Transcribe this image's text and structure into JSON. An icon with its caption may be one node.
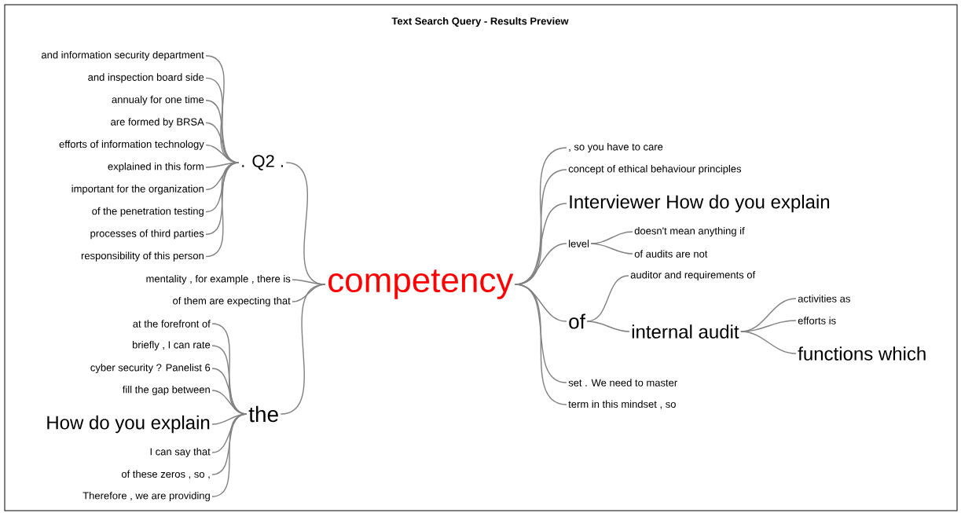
{
  "diagram": {
    "title": "Text Search Query - Results Preview",
    "nodes": [
      {
        "text": [
          "and information security department"
        ]
      },
      {
        "text": [
          "and inspection board side"
        ]
      },
      {
        "text": [
          "annualy for one time"
        ]
      },
      {
        "text": [
          "are formed by BRSA"
        ]
      },
      {
        "text": [
          "efforts of information technology"
        ]
      },
      {
        "text": [
          "explained in this form"
        ]
      },
      {
        "text": [
          "important for the organization"
        ]
      },
      {
        "text": [
          "of the penetration testing"
        ]
      },
      {
        "text": [
          "processes of third parties"
        ]
      },
      {
        "text": [
          "responsibility of this person"
        ]
      },
      {
        "text": [
          ". Q2 ."
        ]
      },
      {
        "text": [
          "mentality , for example , there is"
        ]
      },
      {
        "text": [
          "of them are expecting that"
        ]
      },
      {
        "text": [
          "at the forefront of"
        ]
      },
      {
        "text": [
          "briefly , I can rate"
        ]
      },
      {
        "text": [
          "cyber security ? Panelist 6"
        ]
      },
      {
        "text": [
          "fill the gap between"
        ]
      },
      {
        "text": [
          "How do you explain"
        ]
      },
      {
        "text": [
          "I can say that"
        ]
      },
      {
        "text": [
          "of these zeros , so ,"
        ]
      },
      {
        "text": [
          "Therefore , we are providing"
        ]
      },
      {
        "text": [
          "the"
        ]
      },
      {
        "text": [
          "competency"
        ]
      },
      {
        "text": [
          ", so you have to care"
        ]
      },
      {
        "text": [
          "concept of ethical behaviour principles"
        ]
      },
      {
        "text": [
          "Interviewer How do you explain"
        ]
      },
      {
        "text": [
          "level"
        ]
      },
      {
        "text": [
          "doesn't mean anything if"
        ]
      },
      {
        "text": [
          "of audits are not"
        ]
      },
      {
        "text": [
          "of"
        ]
      },
      {
        "text": [
          "auditor and requirements of"
        ]
      },
      {
        "text": [
          "internal audit"
        ]
      },
      {
        "text": [
          "activities as"
        ]
      },
      {
        "text": [
          "efforts is"
        ]
      },
      {
        "text": [
          "functions which"
        ]
      },
      {
        "text": [
          "set . We need to master"
        ]
      },
      {
        "text": [
          "term in this mindset , so"
        ]
      }
    ],
    "edges": [
      {
        "from": 0,
        "to": 10,
        "arrow": "none"
      },
      {
        "from": 1,
        "to": 10,
        "arrow": "none"
      },
      {
        "from": 2,
        "to": 10,
        "arrow": "none"
      },
      {
        "from": 3,
        "to": 10,
        "arrow": "none"
      },
      {
        "from": 4,
        "to": 10,
        "arrow": "none"
      },
      {
        "from": 5,
        "to": 10,
        "arrow": "none"
      },
      {
        "from": 6,
        "to": 10,
        "arrow": "none"
      },
      {
        "from": 7,
        "to": 10,
        "arrow": "none"
      },
      {
        "from": 8,
        "to": 10,
        "arrow": "none"
      },
      {
        "from": 9,
        "to": 10,
        "arrow": "none"
      },
      {
        "from": 10,
        "to": 22,
        "arrow": "none"
      },
      {
        "from": 11,
        "to": 22,
        "arrow": "none"
      },
      {
        "from": 12,
        "to": 22,
        "arrow": "none"
      },
      {
        "from": 13,
        "to": 21,
        "arrow": "none"
      },
      {
        "from": 14,
        "to": 21,
        "arrow": "none"
      },
      {
        "from": 15,
        "to": 21,
        "arrow": "none"
      },
      {
        "from": 16,
        "to": 21,
        "arrow": "none"
      },
      {
        "from": 17,
        "to": 21,
        "arrow": "none"
      },
      {
        "from": 18,
        "to": 21,
        "arrow": "none"
      },
      {
        "from": 19,
        "to": 21,
        "arrow": "none"
      },
      {
        "from": 20,
        "to": 21,
        "arrow": "none"
      },
      {
        "from": 21,
        "to": 22,
        "arrow": "none"
      },
      {
        "from": 22,
        "to": 23,
        "arrow": "none"
      },
      {
        "from": 22,
        "to": 24,
        "arrow": "none"
      },
      {
        "from": 22,
        "to": 25,
        "arrow": "none"
      },
      {
        "from": 22,
        "to": 26,
        "arrow": "none"
      },
      {
        "from": 22,
        "to": 29,
        "arrow": "none"
      },
      {
        "from": 22,
        "to": 35,
        "arrow": "none"
      },
      {
        "from": 22,
        "to": 36,
        "arrow": "none"
      },
      {
        "from": 26,
        "to": 27,
        "arrow": "none"
      },
      {
        "from": 26,
        "to": 28,
        "arrow": "none"
      },
      {
        "from": 29,
        "to": 30,
        "arrow": "none"
      },
      {
        "from": 29,
        "to": 31,
        "arrow": "none"
      },
      {
        "from": 31,
        "to": 32,
        "arrow": "none"
      },
      {
        "from": 31,
        "to": 33,
        "arrow": "none"
      },
      {
        "from": 31,
        "to": 34,
        "arrow": "none"
      }
    ]
  }
}
